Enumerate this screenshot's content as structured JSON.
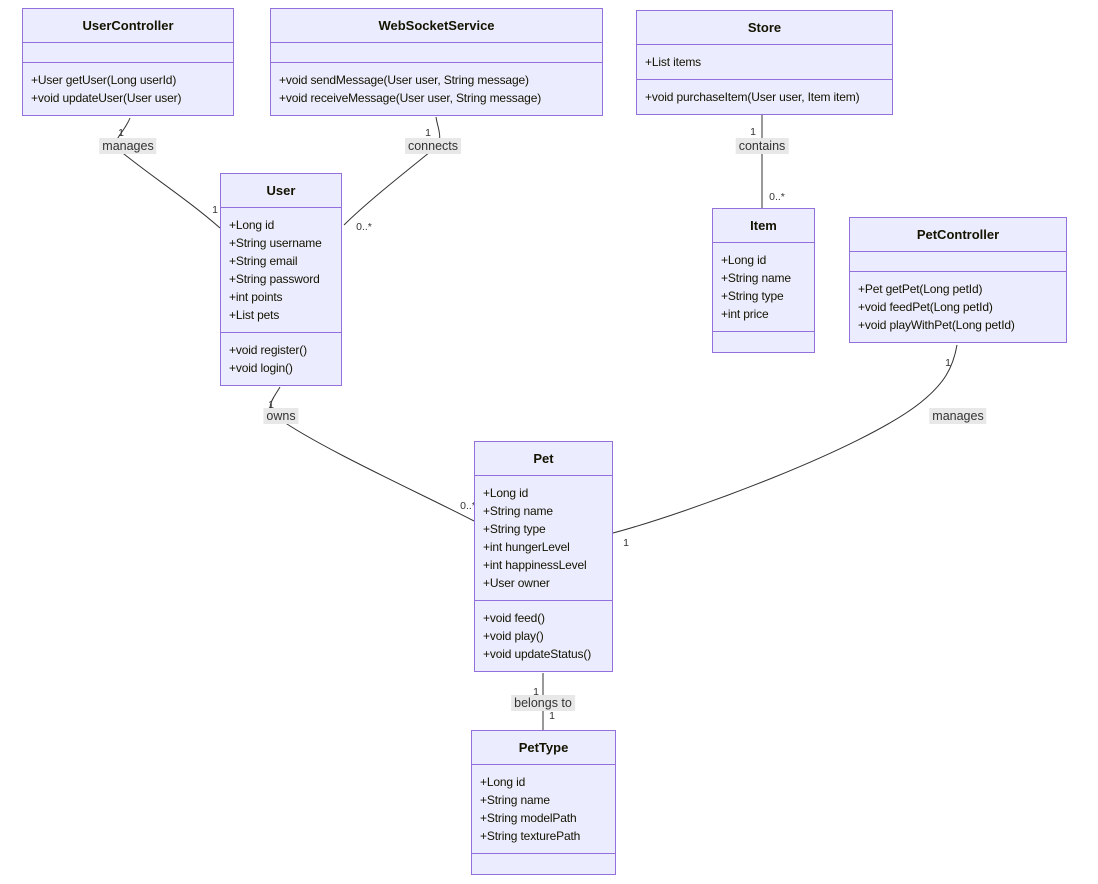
{
  "diagram": {
    "type": "uml-class-diagram",
    "classes": [
      {
        "name": "UserController",
        "attributes": [],
        "methods": [
          "+User getUser(Long userId)",
          "+void updateUser(User user)"
        ]
      },
      {
        "name": "WebSocketService",
        "attributes": [],
        "methods": [
          "+void sendMessage(User user, String message)",
          "+void receiveMessage(User user, String message)"
        ]
      },
      {
        "name": "Store",
        "attributes": [
          "+List items"
        ],
        "methods": [
          "+void purchaseItem(User user, Item item)"
        ]
      },
      {
        "name": "User",
        "attributes": [
          "+Long id",
          "+String username",
          "+String email",
          "+String password",
          "+int points",
          "+List pets"
        ],
        "methods": [
          "+void register()",
          "+void login()"
        ]
      },
      {
        "name": "Item",
        "attributes": [
          "+Long id",
          "+String name",
          "+String type",
          "+int price"
        ],
        "methods": []
      },
      {
        "name": "PetController",
        "attributes": [],
        "methods": [
          "+Pet getPet(Long petId)",
          "+void feedPet(Long petId)",
          "+void playWithPet(Long petId)"
        ]
      },
      {
        "name": "Pet",
        "attributes": [
          "+Long id",
          "+String name",
          "+String type",
          "+int hungerLevel",
          "+int happinessLevel",
          "+User owner"
        ],
        "methods": [
          "+void feed()",
          "+void play()",
          "+void updateStatus()"
        ]
      },
      {
        "name": "PetType",
        "attributes": [
          "+Long id",
          "+String name",
          "+String modelPath",
          "+String texturePath"
        ],
        "methods": []
      }
    ],
    "edges": [
      {
        "from": "UserController",
        "to": "User",
        "label": "manages",
        "from_mult": "1",
        "to_mult": "1"
      },
      {
        "from": "WebSocketService",
        "to": "User",
        "label": "connects",
        "from_mult": "1",
        "to_mult": "0..*"
      },
      {
        "from": "Store",
        "to": "Item",
        "label": "contains",
        "from_mult": "1",
        "to_mult": "0..*"
      },
      {
        "from": "User",
        "to": "Pet",
        "label": "owns",
        "from_mult": "1",
        "to_mult": "0..*"
      },
      {
        "from": "PetController",
        "to": "Pet",
        "label": "manages",
        "from_mult": "1",
        "to_mult": "1"
      },
      {
        "from": "Pet",
        "to": "PetType",
        "label": "belongs to",
        "from_mult": "1",
        "to_mult": "1"
      }
    ],
    "colors": {
      "box_fill": "#ECECFF",
      "box_border": "#9370DB",
      "edge_line": "#333333",
      "label_bg": "#e8e8e8",
      "text": "#131300"
    }
  }
}
